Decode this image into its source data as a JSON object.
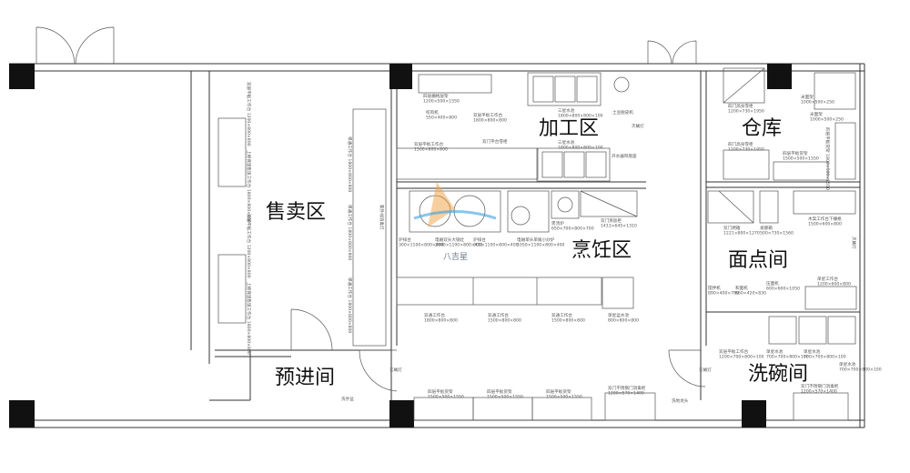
{
  "zones": {
    "sales": "售卖区",
    "processing": "加工区",
    "cooking": "烹饪区",
    "storage": "仓库",
    "pastry": "面点间",
    "entry": "预进间",
    "dishwashing": "洗碗间"
  },
  "logo": {
    "text": "八吉星",
    "colors": [
      "#f0a040",
      "#3aa0e0"
    ]
  },
  "equipment": [
    {
      "name": "四层栅格层架",
      "size": "1200×500×1550"
    },
    {
      "name": "双层平板工作台",
      "size": "1800×800×800"
    },
    {
      "name": "三星水池",
      "size": "1800×800×800×100"
    },
    {
      "name": "土豆脱皮机",
      "size": ""
    },
    {
      "name": "灭蝇灯",
      "size": ""
    },
    {
      "name": "绞肉机",
      "size": "550×400×800"
    },
    {
      "name": "双层平板工作台",
      "size": "1500×800×800"
    },
    {
      "name": "双门平台雪柜",
      "size": ""
    },
    {
      "name": "三星水池",
      "size": "1800×800×800×100"
    },
    {
      "name": "开水器带底座",
      "size": ""
    },
    {
      "name": "炉排台",
      "size": "300×1100×800×400"
    },
    {
      "name": "电磁双头大锅灶",
      "size": "2000×1100×800×400"
    },
    {
      "name": "炉排台",
      "size": "300×1100×800×400"
    },
    {
      "name": "电磁单头单尾小炒炉",
      "size": "1050×1100×800×400"
    },
    {
      "name": "煲汤炉",
      "size": "650×700×800×700"
    },
    {
      "name": "双门蒸饭柜",
      "size": "1413×645×1310"
    },
    {
      "name": "双通工作台",
      "size": "1800×800×800"
    },
    {
      "name": "双通工作台",
      "size": "1500×800×800"
    },
    {
      "name": "双通工作台",
      "size": "1500×800×800"
    },
    {
      "name": "单星盆水池",
      "size": "800×800×800"
    },
    {
      "name": "四门高身雪柜",
      "size": "1200×730×1950"
    },
    {
      "name": "米面架",
      "size": "1000×500×250"
    },
    {
      "name": "米面架",
      "size": "1000×500×250"
    },
    {
      "name": "四门高身雪柜",
      "size": "1200×730×1950"
    },
    {
      "name": "四层平板货架",
      "size": "1500×500×1550"
    },
    {
      "name": "双门烤箱",
      "size": "1221×800×1270"
    },
    {
      "name": "发酵箱",
      "size": "500×730×1560"
    },
    {
      "name": "木案工作台下栅格",
      "size": "1500×600×800"
    },
    {
      "name": "搅拌机",
      "size": "890×400×780"
    },
    {
      "name": "和面机",
      "size": "660×420×830"
    },
    {
      "name": "压面机",
      "size": "600×600×1050"
    },
    {
      "name": "单星工作台",
      "size": "1200×600×800"
    },
    {
      "name": "双层平板工作台",
      "size": "1200×700×800×100"
    },
    {
      "name": "单星水池",
      "size": "700×700×800×100"
    },
    {
      "name": "单星水池",
      "size": "700×700×800×100"
    },
    {
      "name": "单星水池",
      "size": "700×700×800×100"
    },
    {
      "name": "双门不锈钢门消毒柜",
      "size": "1200×570×1400"
    },
    {
      "name": "四层平板货架",
      "size": "1500×500×1550"
    },
    {
      "name": "四层平板货架",
      "size": "1500×500×1550"
    },
    {
      "name": "四层平板货架",
      "size": "1500×500×1550"
    },
    {
      "name": "双门不锈钢门消毒柜",
      "size": "1200×570×1400"
    },
    {
      "name": "洗地龙头",
      "size": ""
    },
    {
      "name": "洗手盆",
      "size": ""
    },
    {
      "name": "灭蝇灯",
      "size": ""
    },
    {
      "name": "灭蝇灯",
      "size": ""
    }
  ],
  "equipment_vertical": [
    {
      "name": "双层平板工作台",
      "size": "1200×800×800"
    },
    {
      "name": "上格保温售饭工作台",
      "size": "1800×800×800"
    },
    {
      "name": "双层平板工作台",
      "size": "1200×800×800"
    },
    {
      "name": "上格保温售饭工作台",
      "size": "1800×800×800"
    },
    {
      "name": "单通工作台",
      "size": "1800×800×800"
    },
    {
      "name": "单通工作台",
      "size": "1800×800×800"
    },
    {
      "name": "单通工作台",
      "size": "1800×800×800"
    },
    {
      "name": "紫外线消毒灯",
      "size": ""
    },
    {
      "name": "四层平板货架",
      "size": "1800×500×1550"
    },
    {
      "name": "灭蝇灯",
      "size": ""
    }
  ]
}
